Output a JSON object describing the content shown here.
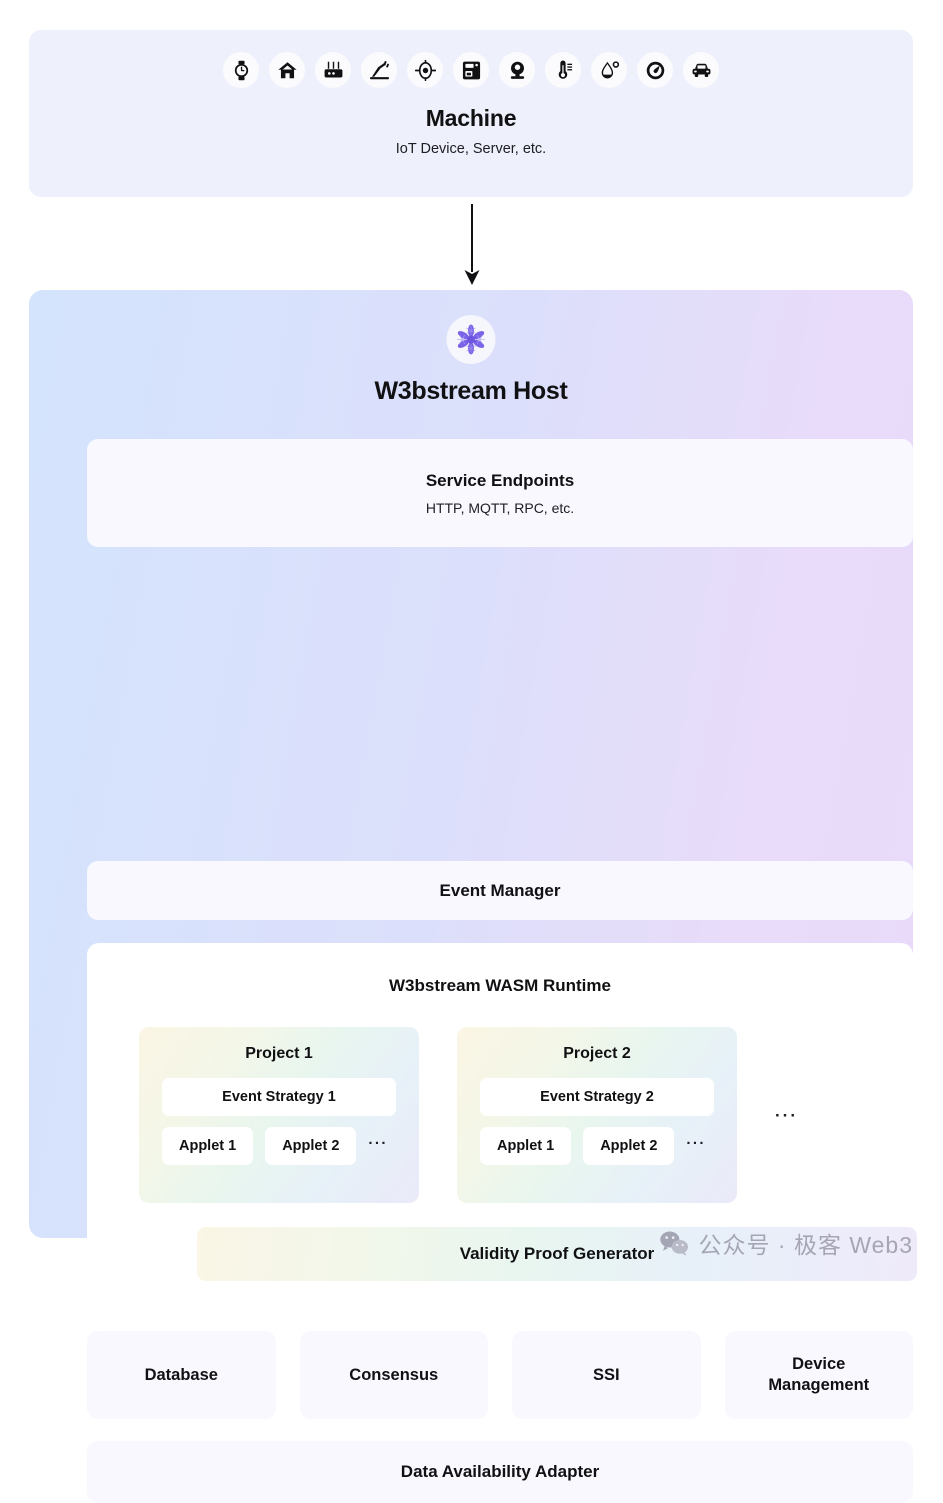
{
  "machine": {
    "title": "Machine",
    "subtitle": "IoT Device, Server, etc.",
    "icons": [
      {
        "name": "smartwatch-icon"
      },
      {
        "name": "home-icon"
      },
      {
        "name": "router-icon"
      },
      {
        "name": "robotic-arm-icon"
      },
      {
        "name": "sensor-target-icon"
      },
      {
        "name": "coffee-machine-icon"
      },
      {
        "name": "webcam-icon"
      },
      {
        "name": "thermometer-icon"
      },
      {
        "name": "humidity-drop-icon"
      },
      {
        "name": "gauge-meter-icon"
      },
      {
        "name": "car-icon"
      }
    ]
  },
  "arrow": {
    "name": "downward-arrow",
    "direction": "down"
  },
  "host": {
    "logo_name": "w3bstream-flower-logo",
    "title": "W3bstream Host",
    "service_endpoints": {
      "title": "Service Endpoints",
      "subtitle": "HTTP, MQTT, RPC, etc."
    },
    "event_manager": {
      "label": "Event Manager"
    },
    "wasm_runtime": {
      "title": "W3bstream WASM Runtime",
      "projects": [
        {
          "title": "Project 1",
          "strategy": "Event Strategy 1",
          "applets": [
            "Applet 1",
            "Applet 2"
          ],
          "applets_more": "···"
        },
        {
          "title": "Project 2",
          "strategy": "Event Strategy 2",
          "applets": [
            "Applet 1",
            "Applet 2"
          ],
          "applets_more": "···"
        }
      ],
      "projects_more": "···",
      "validity_proof_generator": "Validity Proof Generator"
    },
    "services": [
      {
        "label": "Database"
      },
      {
        "label": "Consensus"
      },
      {
        "label": "SSI"
      },
      {
        "label": "Device\nManagement"
      }
    ],
    "data_availability_adapter": "Data Availability Adapter"
  },
  "watermark": {
    "icon_name": "wechat-icon",
    "text": "公众号 · 极客 Web3"
  },
  "colors": {
    "machine_panel_bg": "#eef1fb",
    "host_gradient_start": "#d4e4fc",
    "host_gradient_end": "#e9dafa",
    "card_bg": "#f8f8fe",
    "logo_purple": "#7a63e8",
    "text_dark": "#111114",
    "watermark_gray": "#9e9eae"
  }
}
